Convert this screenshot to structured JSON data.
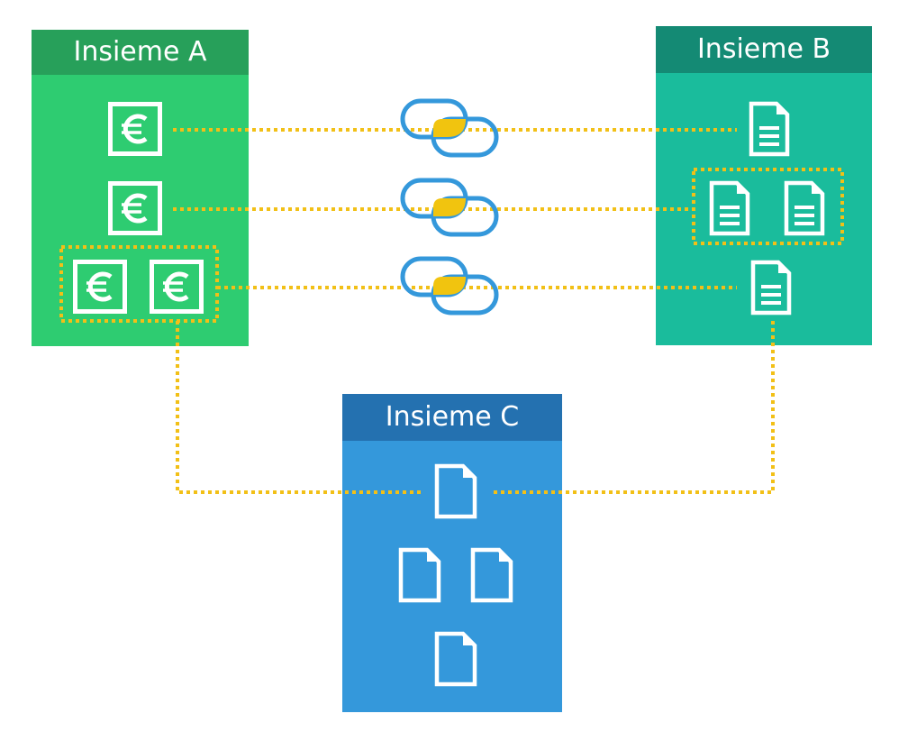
{
  "colors": {
    "set_a_header": "#27a05a",
    "set_a_body": "#2ecc71",
    "set_b_header": "#148a74",
    "set_b_body": "#1abc9c",
    "set_c_header": "#2471b0",
    "set_c_body": "#3498db",
    "connector": "#f2c017",
    "link_ring": "#3498db",
    "link_fill": "#f1c40f",
    "icon": "#ffffff"
  },
  "sets": {
    "a": {
      "title": "Insieme A",
      "icon": "euro-note-icon"
    },
    "b": {
      "title": "Insieme B",
      "icon": "text-document-icon"
    },
    "c": {
      "title": "Insieme C",
      "icon": "blank-document-icon"
    }
  },
  "links": {
    "icon": "chain-link-icon"
  }
}
